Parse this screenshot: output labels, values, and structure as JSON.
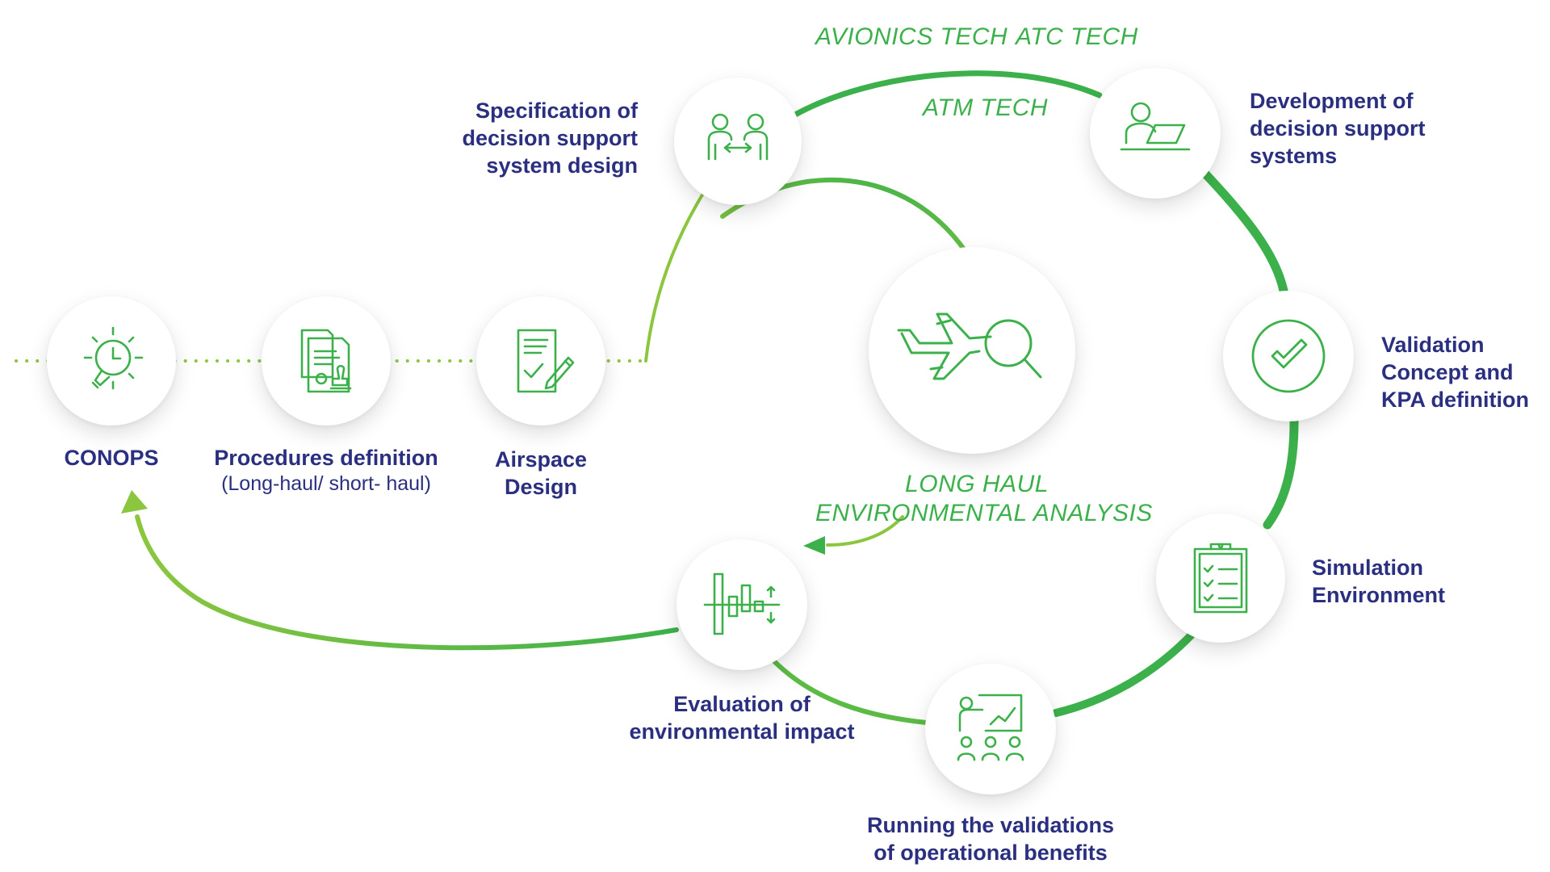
{
  "colors": {
    "accent": "#3cb14b",
    "light_accent": "#8cc63f",
    "text": "#2b2f7f"
  },
  "nodes": {
    "conops": {
      "label": "CONOPS",
      "icon": "lightbulb-clock-icon"
    },
    "procedures": {
      "label": "Procedures definition",
      "sublabel": "(Long-haul/ short- haul)",
      "icon": "documents-stamp-icon"
    },
    "airspace": {
      "label_lines": [
        "Airspace",
        "Design"
      ],
      "icon": "document-pen-icon"
    },
    "specification": {
      "label_lines": [
        "Specification of",
        "decision support",
        "system design"
      ],
      "icon": "people-exchange-icon"
    },
    "development": {
      "label_lines": [
        "Development of",
        "decision support",
        "systems"
      ],
      "icon": "person-laptop-icon"
    },
    "validation": {
      "label_lines": [
        "Validation",
        "Concept and",
        "KPA definition"
      ],
      "icon": "check-circle-icon"
    },
    "simulation": {
      "label_lines": [
        "Simulation",
        "Environment"
      ],
      "icon": "clipboard-checklist-icon"
    },
    "running": {
      "label_lines": [
        "Running the validations",
        "of operational benefits"
      ],
      "icon": "presentation-audience-icon"
    },
    "evaluation": {
      "label_lines": [
        "Evaluation of",
        "environmental impact"
      ],
      "icon": "bar-chart-arrows-icon"
    },
    "center": {
      "icon": "airplane-magnifier-icon"
    }
  },
  "tags": {
    "avionics": "AVIONICS TECH",
    "atc": "ATC TECH",
    "atm": "ATM TECH",
    "long_haul_lines": [
      "LONG HAUL",
      "ENVIRONMENTAL ANALYSIS"
    ]
  }
}
